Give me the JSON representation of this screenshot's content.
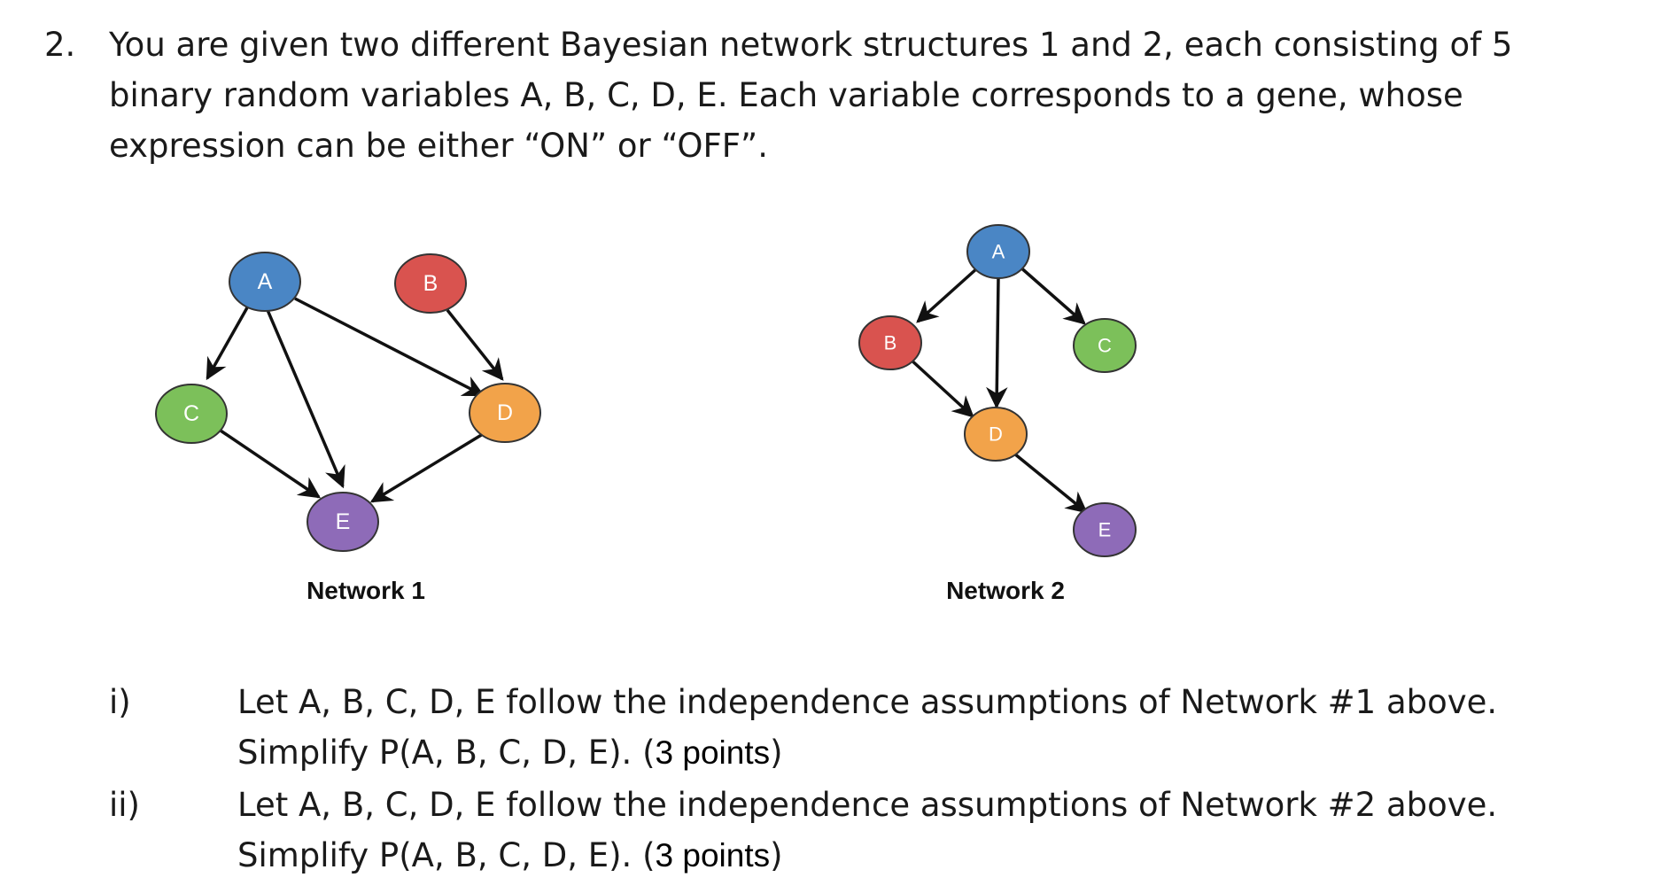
{
  "question": {
    "number": "2.",
    "text": "You are given two different Bayesian network structures 1 and 2, each consisting of 5 binary random variables A, B, C, D, E. Each variable corresponds to a gene, whose expression can be either “ON” or “OFF”."
  },
  "network1": {
    "caption": "Network 1",
    "nodes": {
      "A": "A",
      "B": "B",
      "C": "C",
      "D": "D",
      "E": "E"
    }
  },
  "network2": {
    "caption": "Network 2",
    "nodes": {
      "A": "A",
      "B": "B",
      "C": "C",
      "D": "D",
      "E": "E"
    }
  },
  "colors": {
    "A": "#4a86c5",
    "B": "#d9534f",
    "C": "#7cc05a",
    "D": "#f2a34a",
    "E": "#8e6bb8"
  },
  "parts": [
    {
      "label": "i)",
      "text": "Let A, B, C, D, E follow the independence assumptions of Network #1 above. Simplify P(A, B, C, D, E). (",
      "points": "3 points",
      "close": ")"
    },
    {
      "label": "ii)",
      "text": "Let A, B, C, D, E follow the independence assumptions of Network #2 above. Simplify P(A, B, C, D, E). (",
      "points": "3 points",
      "close": ")"
    }
  ]
}
